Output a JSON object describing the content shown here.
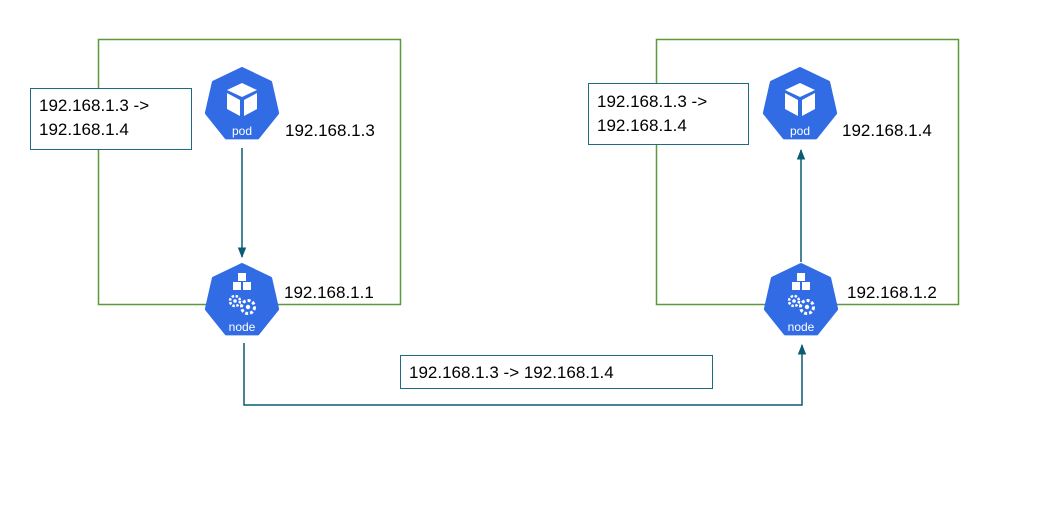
{
  "colors": {
    "host_border": "#5a9a3a",
    "arrow": "#0b5c72",
    "box_border": "#1f6b82",
    "k8s_blue": "#326ce5",
    "k8s_white": "#ffffff"
  },
  "left_host": {
    "pod": {
      "icon_label": "pod",
      "ip": "192.168.1.3"
    },
    "node": {
      "icon_label": "node",
      "ip": "192.168.1.1"
    },
    "packet": {
      "line1": "192.168.1.3 ->",
      "line2": "192.168.1.4"
    }
  },
  "right_host": {
    "pod": {
      "icon_label": "pod",
      "ip": "192.168.1.4"
    },
    "node": {
      "icon_label": "node",
      "ip": "192.168.1.2"
    },
    "packet": {
      "line1": "192.168.1.3 ->",
      "line2": "192.168.1.4"
    }
  },
  "link_packet": {
    "text": "192.168.1.3 -> 192.168.1.4"
  }
}
